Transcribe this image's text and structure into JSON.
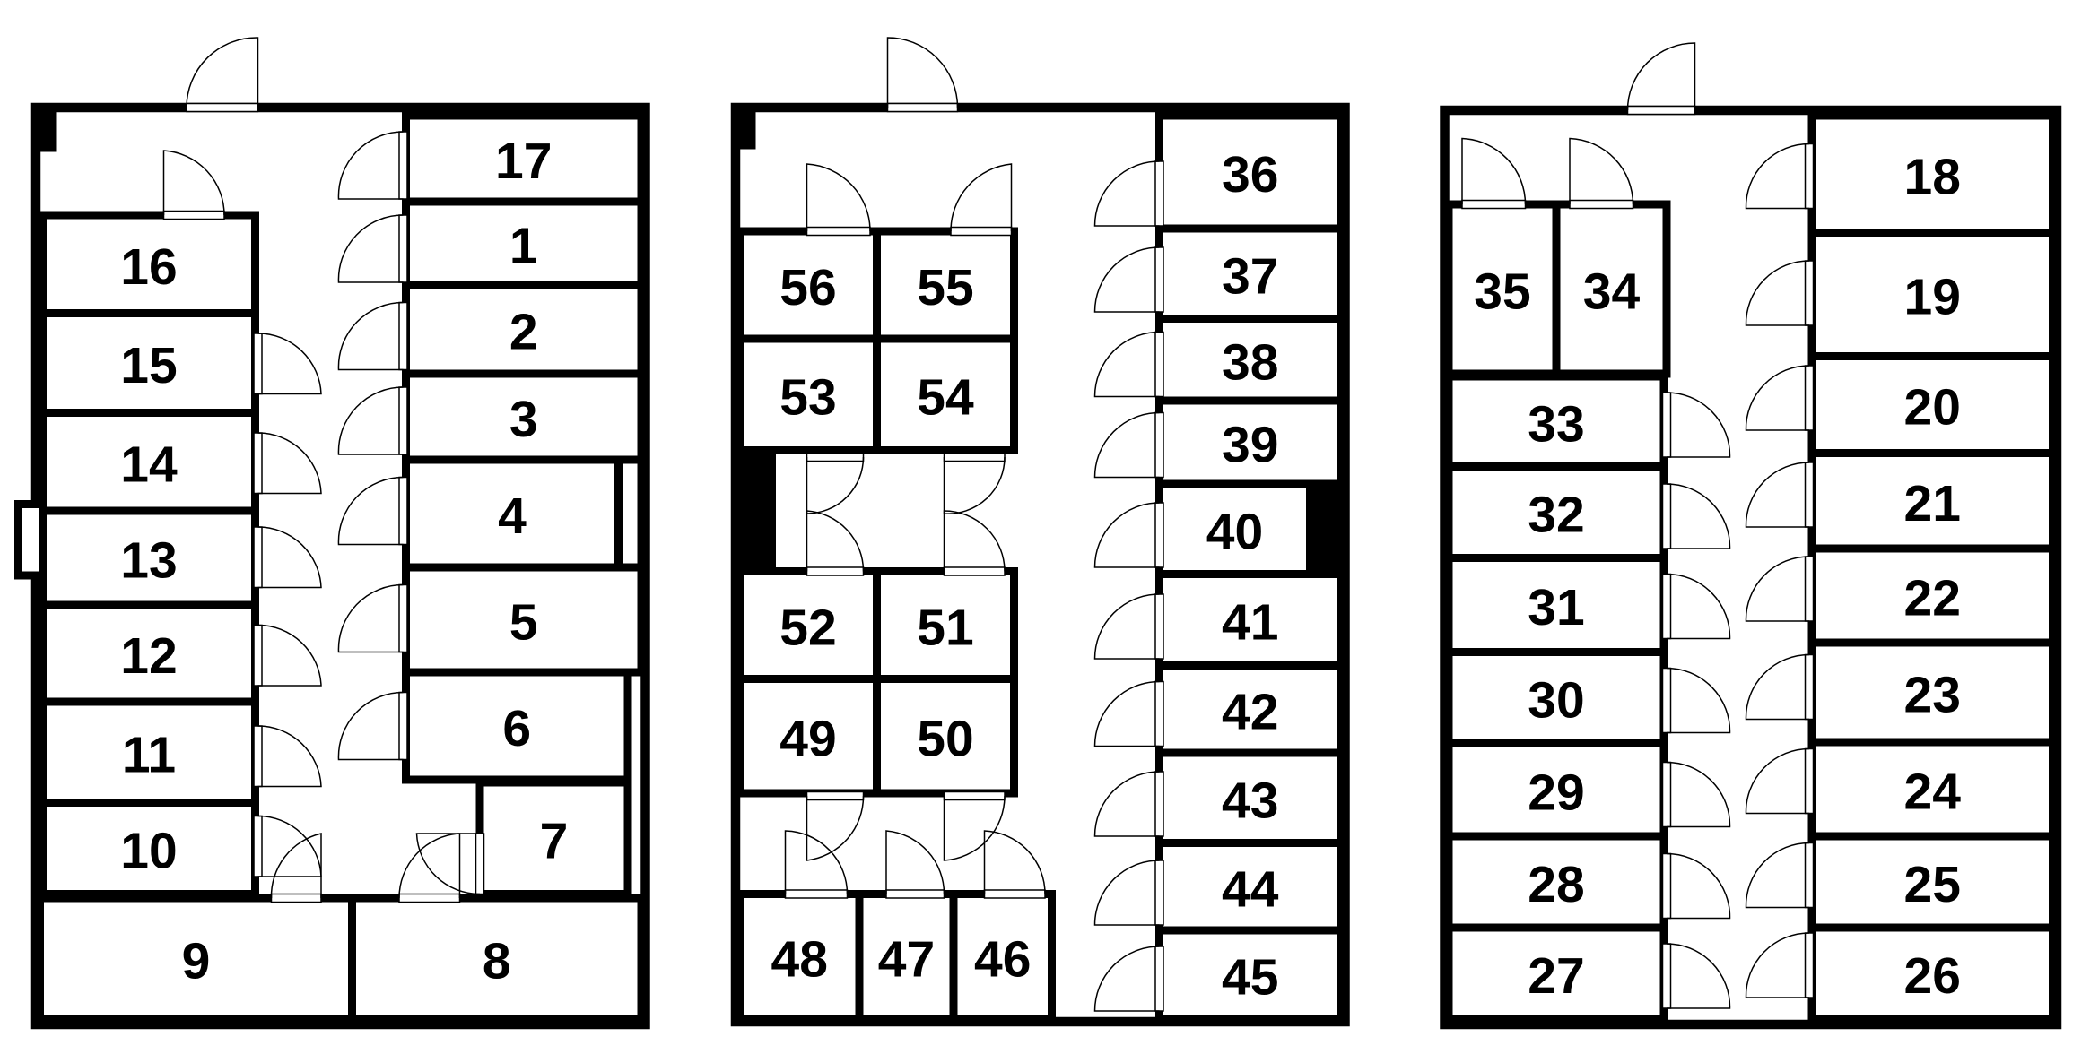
{
  "colors": {
    "wall": "#000000",
    "background": "#ffffff"
  },
  "buildings": [
    {
      "name": "left-building",
      "rooms": [
        "17",
        "1",
        "2",
        "3",
        "4",
        "5",
        "6",
        "7",
        "8",
        "9",
        "16",
        "15",
        "14",
        "13",
        "12",
        "11",
        "10"
      ]
    },
    {
      "name": "middle-building",
      "rooms": [
        "36",
        "37",
        "38",
        "39",
        "40",
        "41",
        "42",
        "43",
        "44",
        "45",
        "56",
        "55",
        "53",
        "54",
        "52",
        "51",
        "49",
        "50",
        "48",
        "47",
        "46"
      ]
    },
    {
      "name": "right-building",
      "rooms": [
        "18",
        "19",
        "20",
        "21",
        "22",
        "23",
        "24",
        "25",
        "26",
        "35",
        "34",
        "33",
        "32",
        "31",
        "30",
        "29",
        "28",
        "27"
      ]
    }
  ]
}
